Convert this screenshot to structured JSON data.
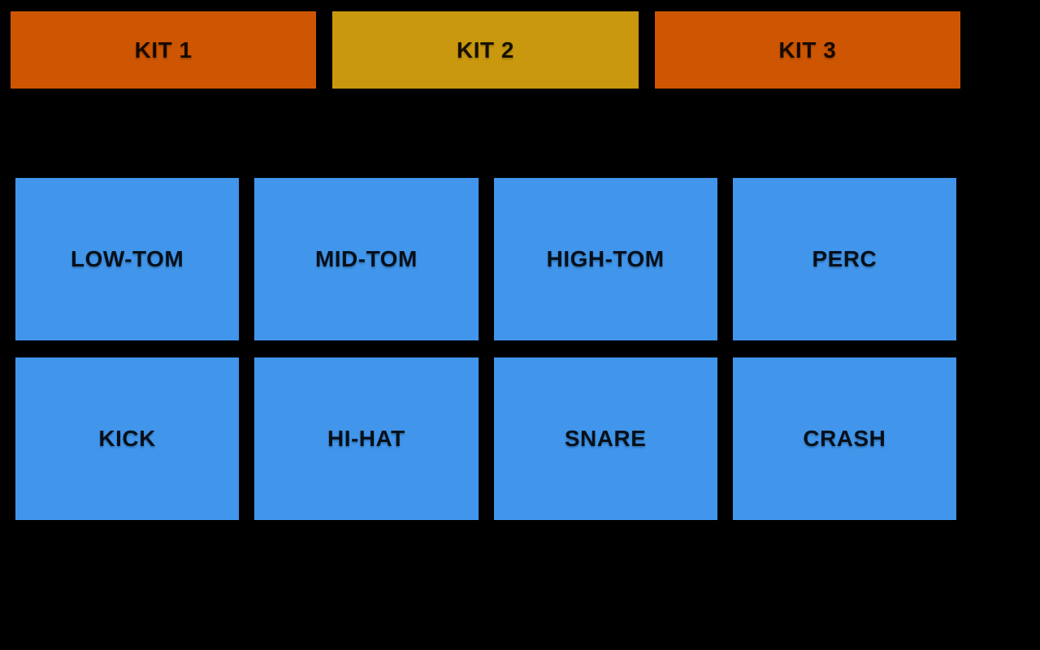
{
  "app": {
    "background_color": "#000000",
    "label_text_color": "rgba(0,0,0,0.87)"
  },
  "kits": {
    "items": [
      {
        "label": "KIT 1",
        "color": "#CE5602",
        "selected": false
      },
      {
        "label": "KIT 2",
        "color": "#C9980F",
        "selected": true
      },
      {
        "label": "KIT 3",
        "color": "#CE5602",
        "selected": false
      }
    ]
  },
  "pads": {
    "color": "#4196EC",
    "items": [
      {
        "label": "LOW-TOM"
      },
      {
        "label": "MID-TOM"
      },
      {
        "label": "HIGH-TOM"
      },
      {
        "label": "PERC"
      },
      {
        "label": "KICK"
      },
      {
        "label": "HI-HAT"
      },
      {
        "label": "SNARE"
      },
      {
        "label": "CRASH"
      }
    ]
  },
  "nav_bar": {
    "icon_color": "#E8E8E8",
    "icons": [
      {
        "name": "recents-square-icon"
      },
      {
        "name": "home-circle-icon"
      },
      {
        "name": "back-triangle-icon"
      }
    ]
  }
}
